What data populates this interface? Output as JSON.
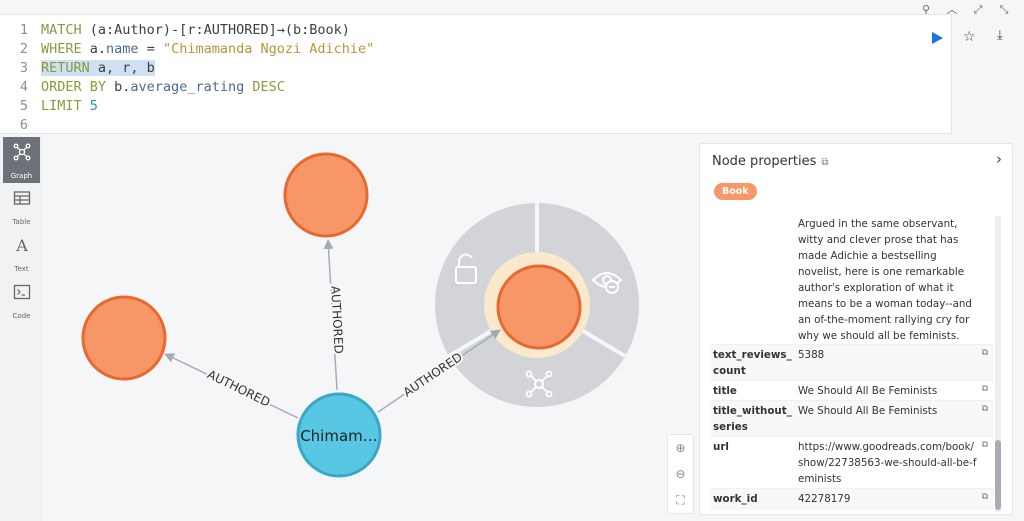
{
  "window_controls": [
    "⚲",
    "︿",
    "⤢",
    "⤡"
  ],
  "editor": {
    "lines": [
      {
        "n": "1",
        "parts": [
          {
            "c": "kw",
            "t": "MATCH "
          },
          {
            "c": "txt",
            "t": "(a:Author)-[r:AUTHORED]→(b:Book)"
          }
        ]
      },
      {
        "n": "2",
        "parts": [
          {
            "c": "kw",
            "t": "WHERE "
          },
          {
            "c": "txt",
            "t": "a."
          },
          {
            "c": "fn",
            "t": "name"
          },
          {
            "c": "txt",
            "t": " = "
          },
          {
            "c": "str",
            "t": "\"Chimamanda Ngozi Adichie\""
          }
        ]
      },
      {
        "n": "3",
        "parts": [
          {
            "c": "kw hl",
            "t": "RETURN"
          },
          {
            "c": "txt hl",
            "t": " a, r, b"
          }
        ]
      },
      {
        "n": "4",
        "parts": [
          {
            "c": "kw",
            "t": "ORDER BY "
          },
          {
            "c": "txt",
            "t": "b."
          },
          {
            "c": "fn",
            "t": "average_rating"
          },
          {
            "c": "kw",
            "t": " DESC"
          }
        ]
      },
      {
        "n": "5",
        "parts": [
          {
            "c": "kw",
            "t": "LIMIT "
          },
          {
            "c": "num",
            "t": "5"
          }
        ]
      },
      {
        "n": "6",
        "parts": []
      }
    ]
  },
  "toolbar": {
    "run": "▶",
    "favorite": "☆",
    "download": "⤓"
  },
  "sidebar": {
    "items": [
      {
        "label": "Graph",
        "icon": "graph-icon",
        "active": true
      },
      {
        "label": "Table",
        "icon": "table-icon",
        "active": false
      },
      {
        "label": "Text",
        "icon": "text-icon",
        "active": false
      },
      {
        "label": "Code",
        "icon": "code-icon",
        "active": false
      }
    ]
  },
  "graph": {
    "center_node_label": "Chimam…",
    "edge_label": "AUTHORED",
    "colors": {
      "book": "#f79767",
      "book_stroke": "#e8692f",
      "author": "#57c7e3",
      "author_stroke": "#3aa8c4",
      "ring": "#d2d4d8",
      "halo": "#fbe9cd"
    }
  },
  "zoom": {
    "in": "⊕",
    "out": "⊖",
    "fit": "⛶"
  },
  "panel": {
    "title": "Node properties",
    "copy_icon": "⧉",
    "chevron": "›",
    "badge": "Book",
    "description": "Argued in the same observant, witty and clever prose that has made Adichie a bestselling novelist, here is one remarkable author's exploration of what it means to be a woman today--and an of-the-moment rallying cry for why we should all be feminists.",
    "rows": [
      {
        "key": "text_reviews_count",
        "value": "5388"
      },
      {
        "key": "title",
        "value": "We Should All Be Feminists"
      },
      {
        "key": "title_without_series",
        "value": "We Should All Be Feminists"
      },
      {
        "key": "url",
        "value": "https://www.goodreads.com/book/show/22738563-we-should-all-be-feminists"
      },
      {
        "key": "work_id",
        "value": "42278179"
      }
    ]
  }
}
